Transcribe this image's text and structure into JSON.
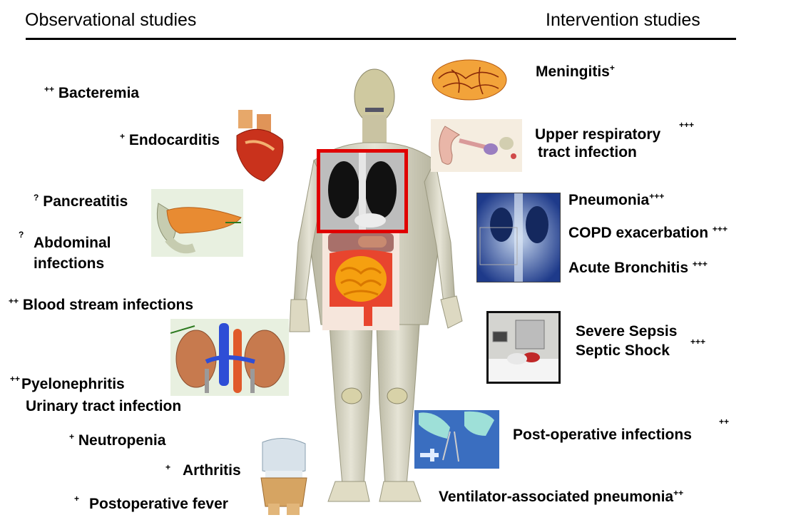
{
  "headers": {
    "left": "Observational studies",
    "right": "Intervention studies"
  },
  "legend_markers": {
    "plus1": "+",
    "plus2": "++",
    "plus3": "+++",
    "unknown": "?"
  },
  "observational": [
    {
      "label": "Bacteremia",
      "marker": "++"
    },
    {
      "label": "Endocarditis",
      "marker": "+"
    },
    {
      "label": "Pancreatitis",
      "marker": "?"
    },
    {
      "label_line1": "Abdominal",
      "label_line2": "infections",
      "marker": "?"
    },
    {
      "label": "Blood stream infections",
      "marker": "++"
    },
    {
      "label_line1": "Pyelonephritis",
      "label_line2": "Urinary tract infection",
      "marker": "++"
    },
    {
      "label": "Neutropenia",
      "marker": "+"
    },
    {
      "label": "Arthritis",
      "marker": "+"
    },
    {
      "label": "Postoperative fever",
      "marker": "+"
    }
  ],
  "intervention": [
    {
      "label": "Meningitis",
      "marker": "+"
    },
    {
      "label_line1": "Upper respiratory",
      "label_line2": "tract infection",
      "marker": "+++"
    },
    {
      "label": "Pneumonia",
      "marker": "+++"
    },
    {
      "label": "COPD exacerbation",
      "marker": "+++"
    },
    {
      "label": "Acute Bronchitis",
      "marker": "+++"
    },
    {
      "label_line1": "Severe Sepsis",
      "label_line2": "Septic Shock",
      "marker": "+++"
    },
    {
      "label": "Post-operative infections",
      "marker": "++"
    },
    {
      "label": "Ventilator-associated pneumonia",
      "marker": "++"
    }
  ],
  "images": {
    "body": "human-anatomy-figure",
    "chest_xray": "chest-xray",
    "intestines": "intestines",
    "heart": "heart",
    "pancreas": "pancreas",
    "kidneys": "kidneys",
    "knee": "knee-joint",
    "brain": "brain",
    "ear": "ear",
    "pneumonia_xray": "pneumonia-xray",
    "icu": "icu-patient",
    "surgery": "surgery-hands"
  },
  "colors": {
    "xray_frame": "#e00000",
    "text": "#000000"
  }
}
